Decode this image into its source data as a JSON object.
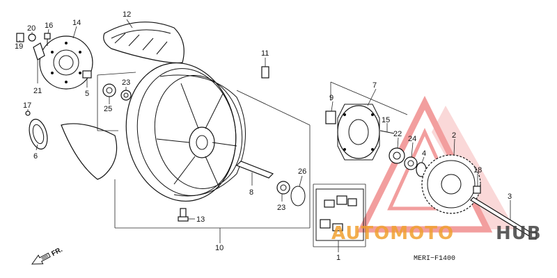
{
  "callouts": {
    "c1": "1",
    "c2": "2",
    "c3": "3",
    "c4": "4",
    "c5": "5",
    "c6": "6",
    "c7": "7",
    "c8": "8",
    "c9": "9",
    "c10": "10",
    "c11": "11",
    "c12": "12",
    "c13": "13",
    "c14": "14",
    "c15": "15",
    "c16": "16",
    "c17": "17",
    "c18": "18",
    "c19": "19",
    "c20": "20",
    "c21": "21",
    "c22": "22",
    "c23a": "23",
    "c23b": "23",
    "c24": "24",
    "c25": "25",
    "c26": "26"
  },
  "direction_marker": "FR.",
  "diagram_code": "MERI−F1400",
  "watermark": {
    "word_a": "AUTOMOTO",
    "word_b": "HUB",
    "color_a": "#f0a030",
    "color_b": "#404040",
    "logo_color": "#e85050"
  }
}
